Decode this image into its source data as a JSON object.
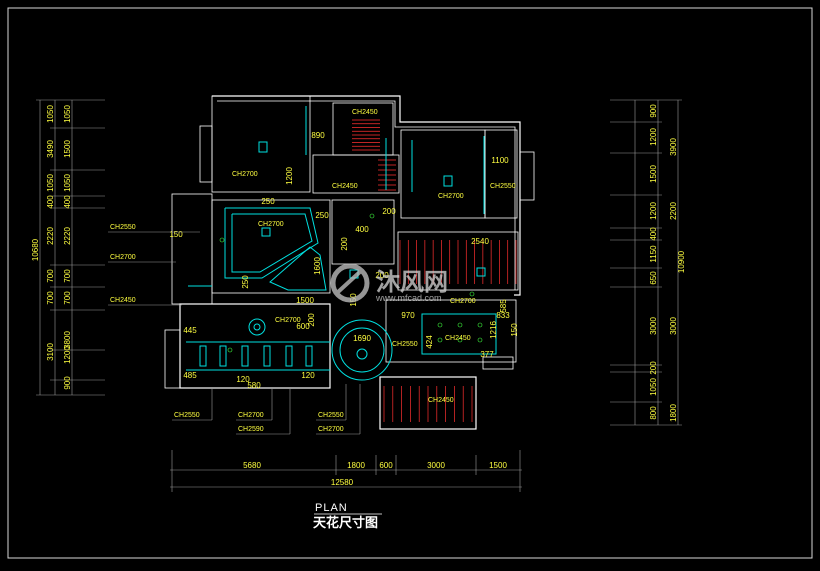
{
  "drawing": {
    "plan_label": "PLAN",
    "title": "天花尺寸图",
    "watermark_brand": "沐风网",
    "watermark_url": "www.mfcad.com"
  },
  "dims_left_outer": [
    "1050",
    "3490",
    "1050",
    "400",
    "2220",
    "700",
    "700",
    "3100"
  ],
  "dims_left_inner": [
    "1050",
    "1500",
    "1050",
    "400",
    "2220",
    "700",
    "700",
    "3800",
    "1200",
    "900"
  ],
  "dims_left_total": "10680",
  "dims_right_inner": [
    "900",
    "1200",
    "1500",
    "1200",
    "400",
    "1150",
    "650",
    "3000",
    "200",
    "1050",
    "800"
  ],
  "dims_right_outer": [
    "3900",
    "2200",
    "3000",
    "1800"
  ],
  "dims_right_total": "10900",
  "dims_bottom": [
    "5680",
    "1800",
    "600",
    "3000",
    "1500"
  ],
  "dims_bottom_total": "12580",
  "room_labels": [
    "CH2700",
    "CH2450",
    "CH2700",
    "CH2550",
    "CH2700",
    "CH2450",
    "CH2700",
    "CH2550",
    "CH2450",
    "CH2450",
    "CH2700"
  ],
  "interior_dims": [
    "890",
    "1200",
    "1100",
    "250",
    "250",
    "200",
    "200",
    "400",
    "200",
    "2540",
    "1600",
    "250",
    "1500",
    "150",
    "600",
    "200",
    "970",
    "833",
    "1216",
    "585",
    "150",
    "424",
    "377",
    "1690",
    "445",
    "485",
    "120",
    "580",
    "120",
    "150"
  ],
  "callouts_left": [
    "CH2550",
    "CH2700",
    "CH2450"
  ],
  "callouts_bottom": [
    "CH2550",
    "CH2700",
    "CH2590",
    "CH2550",
    "CH2700"
  ],
  "colors": {
    "background": "#000000",
    "walls": "#ffffff",
    "dimensions": "#ffff40",
    "ceiling": "#00e0e0",
    "accent": "#ff3030"
  }
}
